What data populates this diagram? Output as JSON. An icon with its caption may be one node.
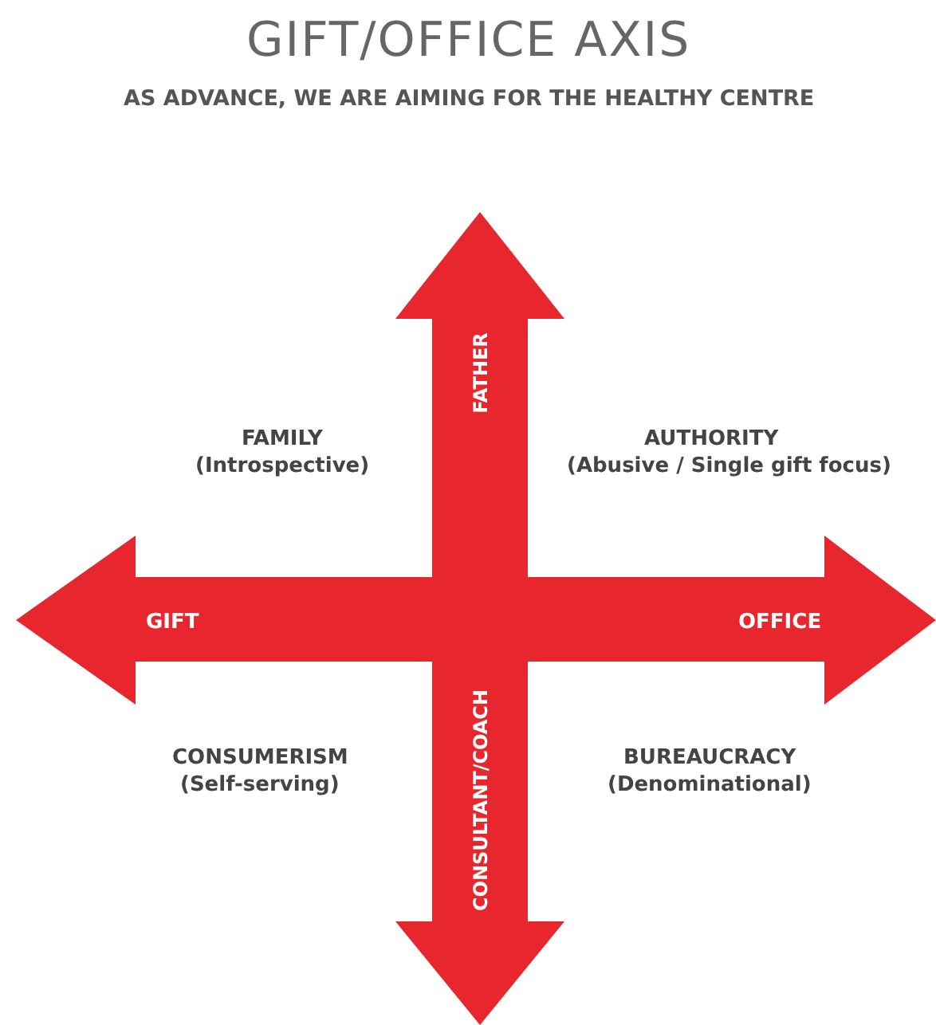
{
  "diagram": {
    "title": "GIFT/OFFICE AXIS",
    "labels": [
      "AS ADVANCE, WE ARE AIMING FOR THE HEALTHY CENTRE",
      "FATHER",
      "FAMILY",
      "(Introspective)",
      "AUTHORITY",
      "(Abusive / Single gift focus)",
      "GIFT",
      "OFFICE",
      "CONSULTANT/COACH",
      "CONSUMERISM",
      "(Self-serving)",
      "BUREAUCRACY",
      "(Denominational)"
    ]
  }
}
